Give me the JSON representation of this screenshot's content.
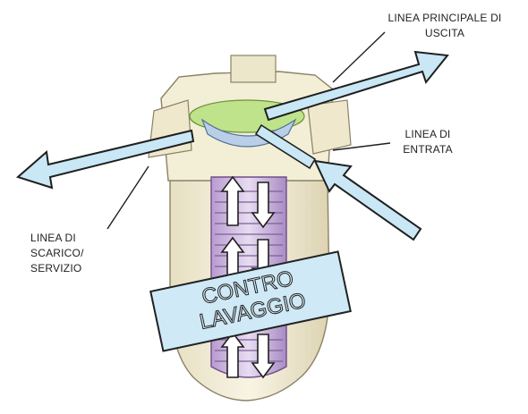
{
  "labels": {
    "main_outlet": [
      "LINEA PRINCIPALE DI",
      "USCITA"
    ],
    "inlet": [
      "LINEA DI",
      "ENTRATA"
    ],
    "drain": [
      "LINEA DI",
      "SCARICO/",
      "SERVIZIO"
    ],
    "backwash": [
      "CONTRO",
      "LAVAGGIO"
    ]
  },
  "colors": {
    "arrow_fill": "#c9e7f5",
    "arrow_stroke": "#1f1f1f",
    "housing_fill": "#f4efd9",
    "housing_shadow": "#d9d0ae",
    "disc_green": "#bfe38a",
    "disc_blue": "#b9cfe8",
    "cartridge_purple": "#cbb5df",
    "cartridge_dark": "#7d5f95"
  },
  "icons": [
    "outlet-arrow-icon",
    "inlet-arrow-icon",
    "drain-arrow-icon",
    "flow-up-icon",
    "flow-down-icon"
  ]
}
